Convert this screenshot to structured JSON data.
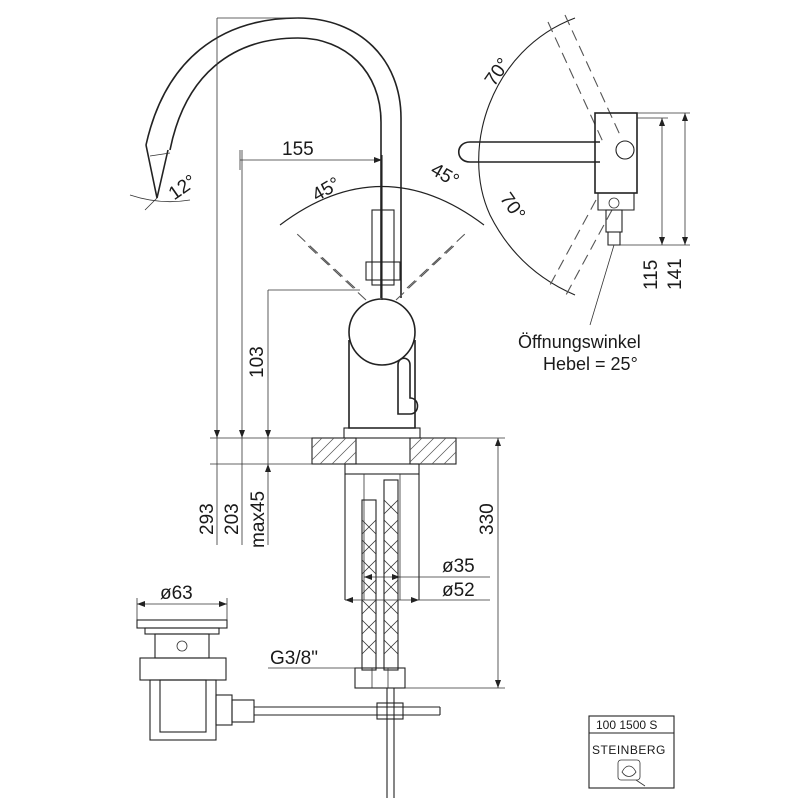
{
  "dimensions": {
    "spout_reach": "155",
    "spout_angle": "12°",
    "lever_left_angle": "45°",
    "lever_right_angle": "45°",
    "lever_side_upper_angle": "70°",
    "lever_side_lower_angle": "70°",
    "lever_height": "103",
    "total_height": "293",
    "outlet_height": "203",
    "deck_thickness": "max45",
    "hose_length": "330",
    "shank_small_diameter": "ø35",
    "shank_large_diameter": "ø52",
    "connection_thread": "G3/8\"",
    "waste_diameter": "ø63",
    "side_height_inner": "115",
    "side_height_outer": "141"
  },
  "annotation": {
    "line1": "Öffnungswinkel",
    "line2": "Hebel = 25°"
  },
  "title_block": {
    "article_number": "100 1500 S",
    "brand": "STEINBERG"
  }
}
